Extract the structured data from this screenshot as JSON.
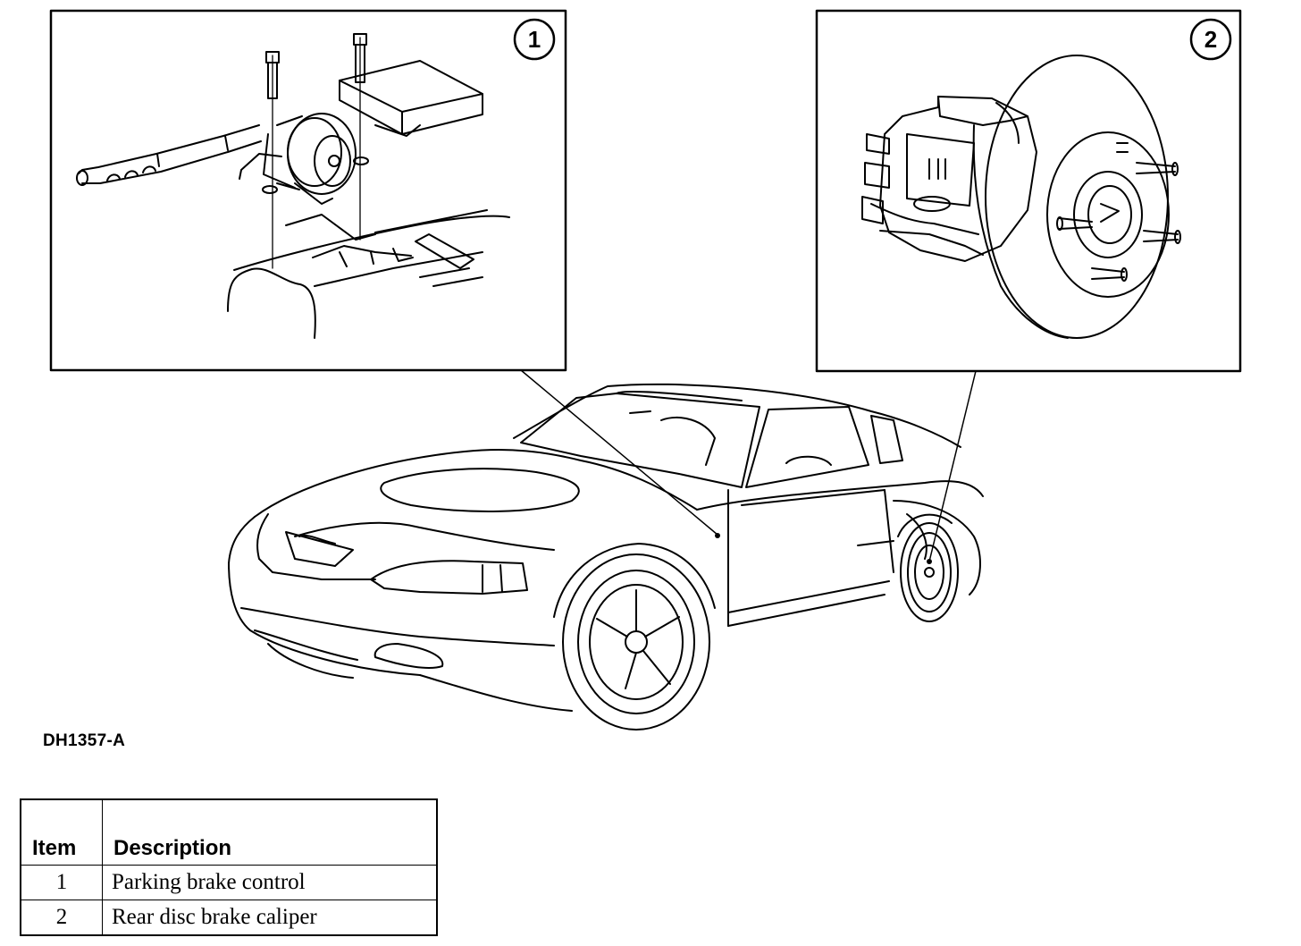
{
  "figure_code": "DH1357-A",
  "callouts": [
    {
      "number": "1"
    },
    {
      "number": "2"
    }
  ],
  "legend": {
    "headers": {
      "item": "Item",
      "description": "Description"
    },
    "rows": [
      {
        "item": "1",
        "description": "Parking brake control"
      },
      {
        "item": "2",
        "description": "Rear disc brake caliper"
      }
    ]
  },
  "colors": {
    "line": "#000000",
    "background": "#ffffff"
  }
}
